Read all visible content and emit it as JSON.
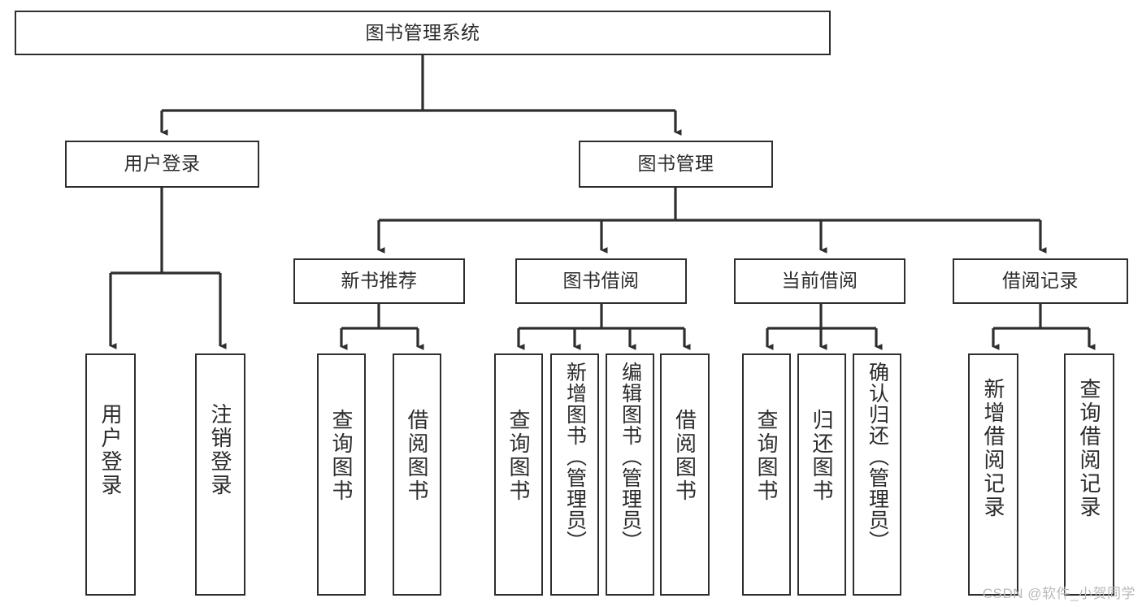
{
  "diagram": {
    "type": "tree-hierarchy-chart",
    "title": "图书管理系统",
    "root": {
      "id": "root",
      "label": "图书管理系统",
      "orientation": "horizontal"
    },
    "level2": [
      {
        "id": "user-login",
        "label": "用户登录",
        "orientation": "horizontal"
      },
      {
        "id": "book-manage",
        "label": "图书管理",
        "orientation": "horizontal"
      }
    ],
    "level3": [
      {
        "id": "new-book-recommend",
        "label": "新书推荐",
        "orientation": "horizontal"
      },
      {
        "id": "book-borrow",
        "label": "图书借阅",
        "orientation": "horizontal"
      },
      {
        "id": "current-borrow",
        "label": "当前借阅",
        "orientation": "horizontal"
      },
      {
        "id": "borrow-record",
        "label": "借阅记录",
        "orientation": "horizontal"
      }
    ],
    "leaves": [
      {
        "id": "leaf-user-login",
        "label": "用户登录",
        "parent": "user-login",
        "orientation": "vertical"
      },
      {
        "id": "leaf-logout",
        "label": "注销登录",
        "parent": "user-login",
        "orientation": "vertical"
      },
      {
        "id": "leaf-query-book-1",
        "label": "查询图书",
        "parent": "new-book-recommend",
        "orientation": "vertical"
      },
      {
        "id": "leaf-borrow-book-1",
        "label": "借阅图书",
        "parent": "new-book-recommend",
        "orientation": "vertical"
      },
      {
        "id": "leaf-query-book-2",
        "label": "查询图书",
        "parent": "book-borrow",
        "orientation": "vertical"
      },
      {
        "id": "leaf-add-book",
        "label": "新增图书（管理员）",
        "parent": "book-borrow",
        "orientation": "vertical"
      },
      {
        "id": "leaf-edit-book",
        "label": "编辑图书（管理员）",
        "parent": "book-borrow",
        "orientation": "vertical"
      },
      {
        "id": "leaf-borrow-book-2",
        "label": "借阅图书",
        "parent": "book-borrow",
        "orientation": "vertical"
      },
      {
        "id": "leaf-query-book-3",
        "label": "查询图书",
        "parent": "current-borrow",
        "orientation": "vertical"
      },
      {
        "id": "leaf-return-book",
        "label": "归还图书",
        "parent": "current-borrow",
        "orientation": "vertical"
      },
      {
        "id": "leaf-confirm-return",
        "label": "确认归还（管理员）",
        "parent": "current-borrow",
        "orientation": "vertical"
      },
      {
        "id": "leaf-add-record",
        "label": "新增借阅记录",
        "parent": "borrow-record",
        "orientation": "vertical"
      },
      {
        "id": "leaf-query-record",
        "label": "查询借阅记录",
        "parent": "borrow-record",
        "orientation": "vertical"
      }
    ],
    "colors": {
      "box_border": "#2e2e2e",
      "box_fill": "#ffffff",
      "connector": "#2e2e2e",
      "text": "#2b2b2b",
      "watermark": "#b9b9b9",
      "background": "#ffffff"
    }
  },
  "watermark": {
    "text": "CSDN @软件_小贺同学"
  }
}
